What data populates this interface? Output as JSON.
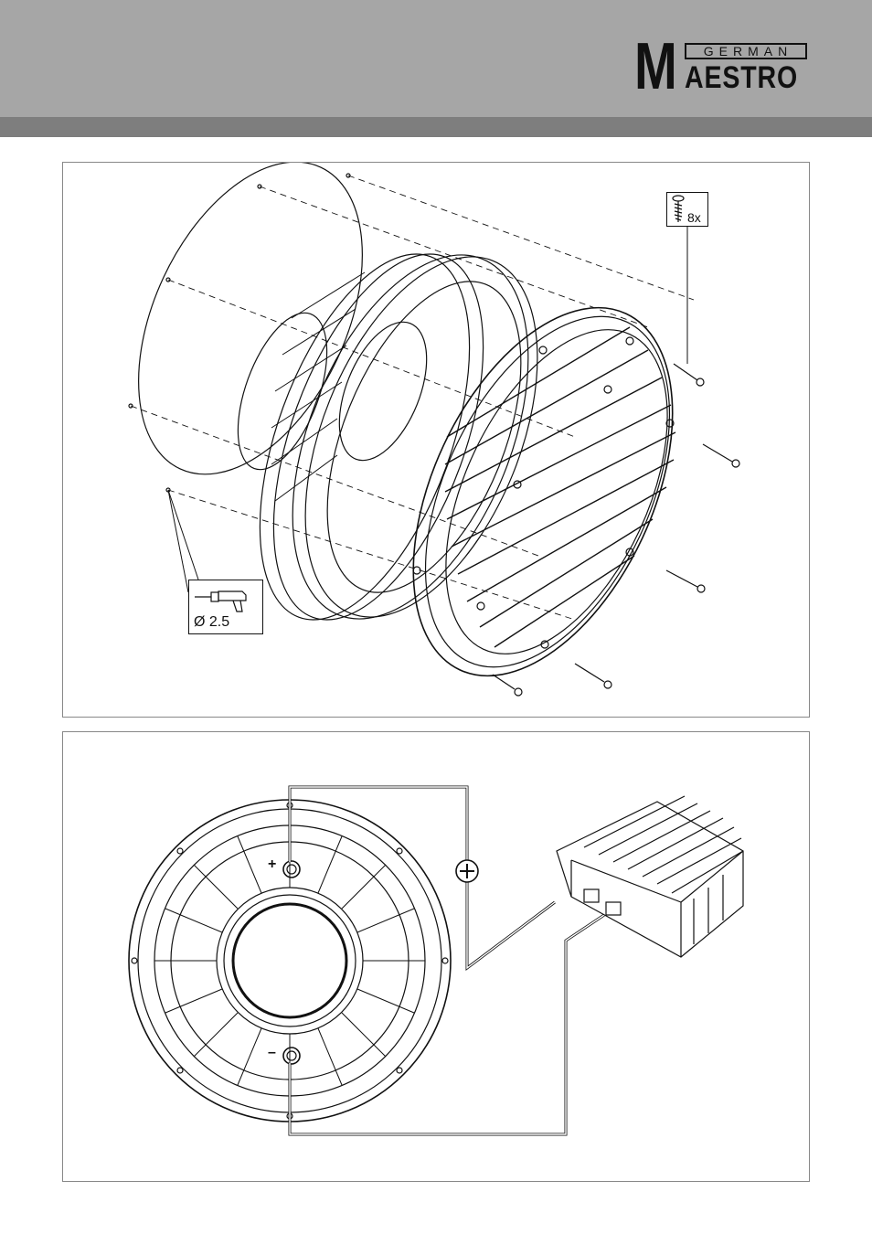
{
  "header": {
    "brand_initial": "M",
    "brand_top": "GERMAN",
    "brand_main": "AESTRO"
  },
  "figure1": {
    "drill_label": "Ø 2.5",
    "screw_count": "8x"
  },
  "figure2": {
    "positive_terminal": "+",
    "negative_terminal": "–"
  },
  "colors": {
    "header_light": "#a6a6a6",
    "header_dark": "#7e7e7e",
    "line": "#111111"
  }
}
